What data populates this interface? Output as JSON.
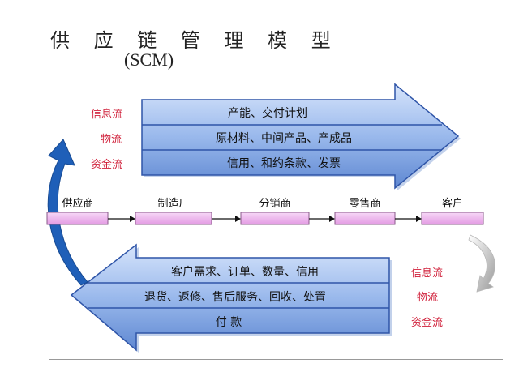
{
  "title": "供 应 链 管 理 模 型",
  "subtitle": "(SCM)",
  "top_arrow": {
    "flows": [
      "信息流",
      "物流",
      "资金流"
    ],
    "bands": [
      "产能、交付计划",
      "原材料、中间产品、产成品",
      "信用、和约条款、发票"
    ]
  },
  "chain": {
    "nodes": [
      "供应商",
      "制造厂",
      "分销商",
      "零售商",
      "客户"
    ]
  },
  "bottom_arrow": {
    "flows": [
      "信息流",
      "物流",
      "资金流"
    ],
    "bands": [
      "客户需求、订单、数量、信用",
      "退货、返修、售后服务、回收、处置",
      "付 款"
    ]
  },
  "colors": {
    "arrow_light": "#c4d7f8",
    "arrow_mid": "#7ea6e6",
    "arrow_dark": "#4a78c8",
    "arrow_outline": "#2f55a8",
    "node_fill": "#efb9ef",
    "node_border": "#8a5a8a",
    "flow_text": "#d0203a",
    "curve_blue": "#1f5fb8",
    "curve_gray": "#a8a8a8"
  }
}
